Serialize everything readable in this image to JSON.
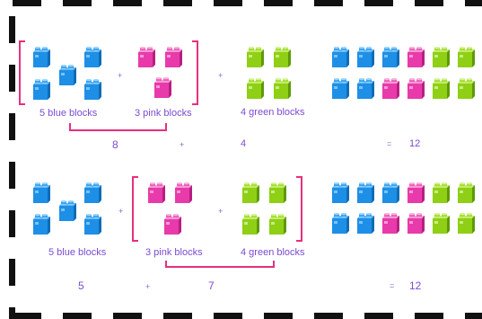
{
  "colors": {
    "blue": "#1e8fe6",
    "pink": "#e83aaa",
    "green": "#8fcf16",
    "bracket": "#e6307e",
    "text": "#7b4bd2",
    "dash": "#111111"
  },
  "row1": {
    "labels": {
      "blue": "5 blue blocks",
      "pink": "3 pink blocks",
      "green": "4 green blocks"
    },
    "plus1": "+",
    "plus2": "+",
    "sum_left": "8",
    "sum_plus": "+",
    "sum_right": "4",
    "equals": "=",
    "total": "12"
  },
  "row2": {
    "labels": {
      "blue": "5 blue blocks",
      "pink": "3 pink blocks",
      "green": "4 green blocks"
    },
    "plus1": "+",
    "plus2": "+",
    "sum_left": "5",
    "sum_plus": "+",
    "sum_right": "7",
    "equals": "=",
    "total": "12"
  }
}
